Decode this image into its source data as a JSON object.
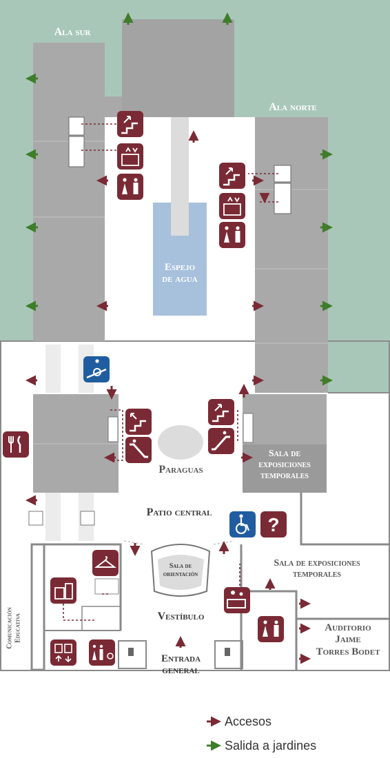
{
  "labels": {
    "ala_sur": "Ala sur",
    "ala_norte": "Ala norte",
    "espejo_line1": "Espejo",
    "espejo_line2": "de agua",
    "paraguas": "Paraguas",
    "sala_temp_1_line1": "Sala de",
    "sala_temp_1_line2": "exposiciones",
    "sala_temp_1_line3": "temporales",
    "patio_central": "Patio central",
    "sala_orientacion_line1": "Sala de",
    "sala_orientacion_line2": "orientación",
    "sala_temp_2_line1": "Sala de exposiciones",
    "sala_temp_2_line2": "temporales",
    "vestibulo": "Vestíbulo",
    "auditorio_line1": "Auditorio",
    "auditorio_line2": "Jaime",
    "auditorio_line3": "Torres Bodet",
    "entrada_line1": "Entrada",
    "entrada_line2": "general",
    "comunicacion_line1": "Comunicación",
    "comunicacion_line2": "Educativa"
  },
  "legend": {
    "accesos": "Accesos",
    "salida": "Salida a jardines"
  },
  "colors": {
    "garden": "#a9c7b9",
    "building": "#a9a9a9",
    "building_dark": "#9a9a9a",
    "water": "#a7c0dc",
    "access_arrow": "#7a2a35",
    "garden_arrow": "#3f7d2a",
    "icon_maroon": "#7a2a35",
    "icon_blue": "#1f5da0"
  },
  "icons": [
    "stairs-up-icon",
    "elevator-icon",
    "restroom-icon",
    "stairs-up-icon",
    "elevator-icon",
    "restroom-icon",
    "wheelchair-ramp-icon",
    "stairs-up-icon",
    "escalator-icon",
    "stairs-up-icon",
    "escalator-icon",
    "restaurant-icon",
    "accessibility-icon",
    "information-icon",
    "coat-check-icon",
    "gift-shop-icon",
    "ticket-desk-icon",
    "restroom-icon",
    "ticket-elevator-icon",
    "accessible-restroom-icon"
  ]
}
